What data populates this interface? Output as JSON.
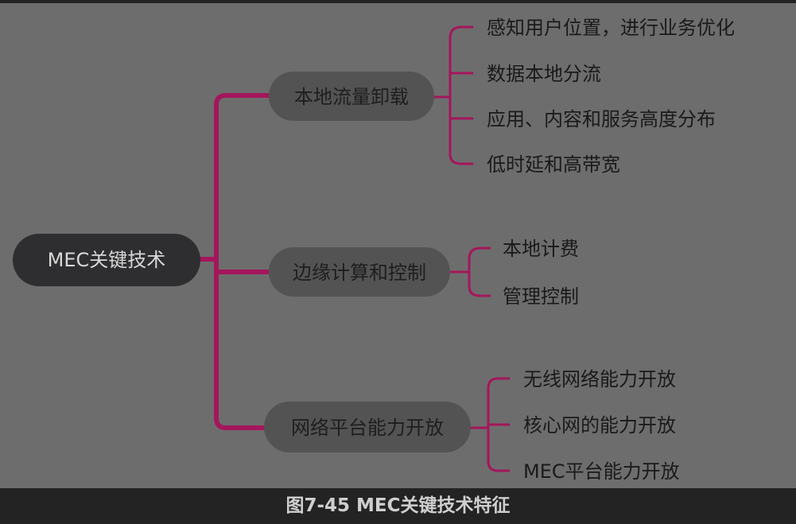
{
  "colors": {
    "accent": "#a4165c",
    "background": "#6e6d6d",
    "root_fill": "#2e2d2f",
    "branch_fill": "#545354",
    "caption_bg": "#232323"
  },
  "root": {
    "label": "MEC关键技术"
  },
  "branches": [
    {
      "label": "本地流量卸载",
      "children": [
        "感知用户位置，进行业务优化",
        "数据本地分流",
        "应用、内容和服务高度分布",
        "低时延和高带宽"
      ]
    },
    {
      "label": "边缘计算和控制",
      "children": [
        "本地计费",
        "管理控制"
      ]
    },
    {
      "label": "网络平台能力开放",
      "children": [
        "无线网络能力开放",
        "核心网的能力开放",
        "MEC平台能力开放"
      ]
    }
  ],
  "caption": "图7-45 MEC关键技术特征"
}
